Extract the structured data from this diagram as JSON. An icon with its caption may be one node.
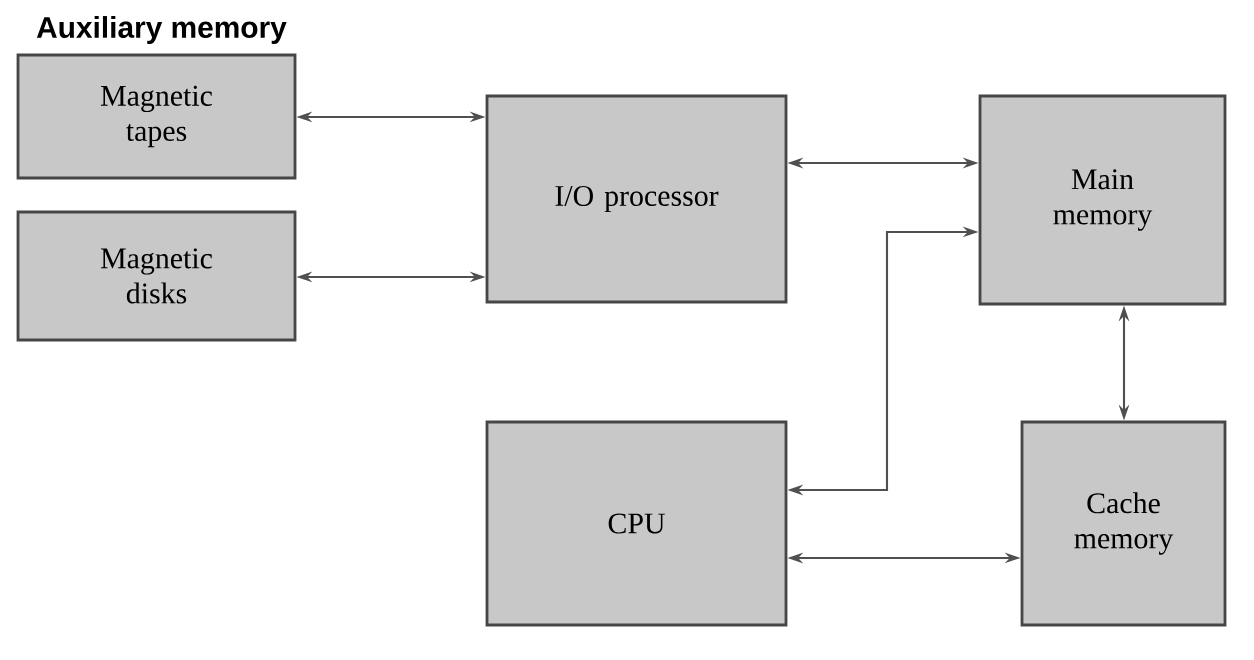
{
  "diagram": {
    "nodes": [
      {
        "text": [
          "Magnetic tapes"
        ]
      },
      {
        "text": [
          "Magnetic disks"
        ]
      },
      {
        "text": [
          "I/O processor"
        ]
      },
      {
        "text": [
          "Main memory"
        ]
      },
      {
        "text": [
          "CPU"
        ]
      },
      {
        "text": [
          "Cache memory"
        ]
      }
    ],
    "edges": [
      {
        "from": 0,
        "to": 2,
        "arrow": "both"
      },
      {
        "from": 1,
        "to": 2,
        "arrow": "both"
      },
      {
        "from": 2,
        "to": 3,
        "arrow": "both"
      },
      {
        "from": 4,
        "to": 3,
        "arrow": "both"
      },
      {
        "from": 3,
        "to": 5,
        "arrow": "both"
      },
      {
        "from": 4,
        "to": 5,
        "arrow": "both"
      }
    ],
    "labels": [
      "Auxiliary memory"
    ]
  }
}
